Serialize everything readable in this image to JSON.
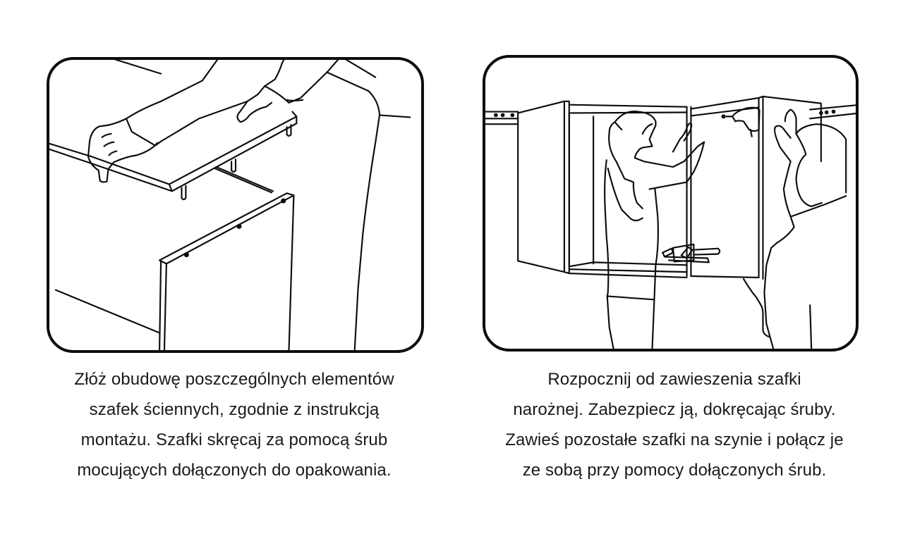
{
  "steps": [
    {
      "illustration": {
        "icon": "cabinet-assembly-illustration",
        "description": "Hands placing a top panel with dowels onto a cabinet side panel"
      },
      "caption_lines": [
        "Złóż obudowę poszczególnych elementów",
        "szafek ściennych, zgodnie z instrukcją",
        "montażu. Szafki skręcaj za pomocą śrub",
        "mocujących dołączonych do opakowania."
      ]
    },
    {
      "illustration": {
        "icon": "wall-cabinet-hanging-illustration",
        "description": "Two people hanging corner wall cabinets on a rail and screwing them together with a drill and clamp"
      },
      "caption_lines": [
        "Rozpocznij od zawieszenia szafki",
        "narożnej. Zabezpiecz ją, dokręcając śruby.",
        "Zawieś pozostałe szafki na szynie i połącz je",
        "ze sobą przy pomocy dołączonych śrub."
      ]
    }
  ],
  "colors": {
    "line": "#0d0d0d",
    "text": "#1a1a1a",
    "background": "#ffffff"
  }
}
